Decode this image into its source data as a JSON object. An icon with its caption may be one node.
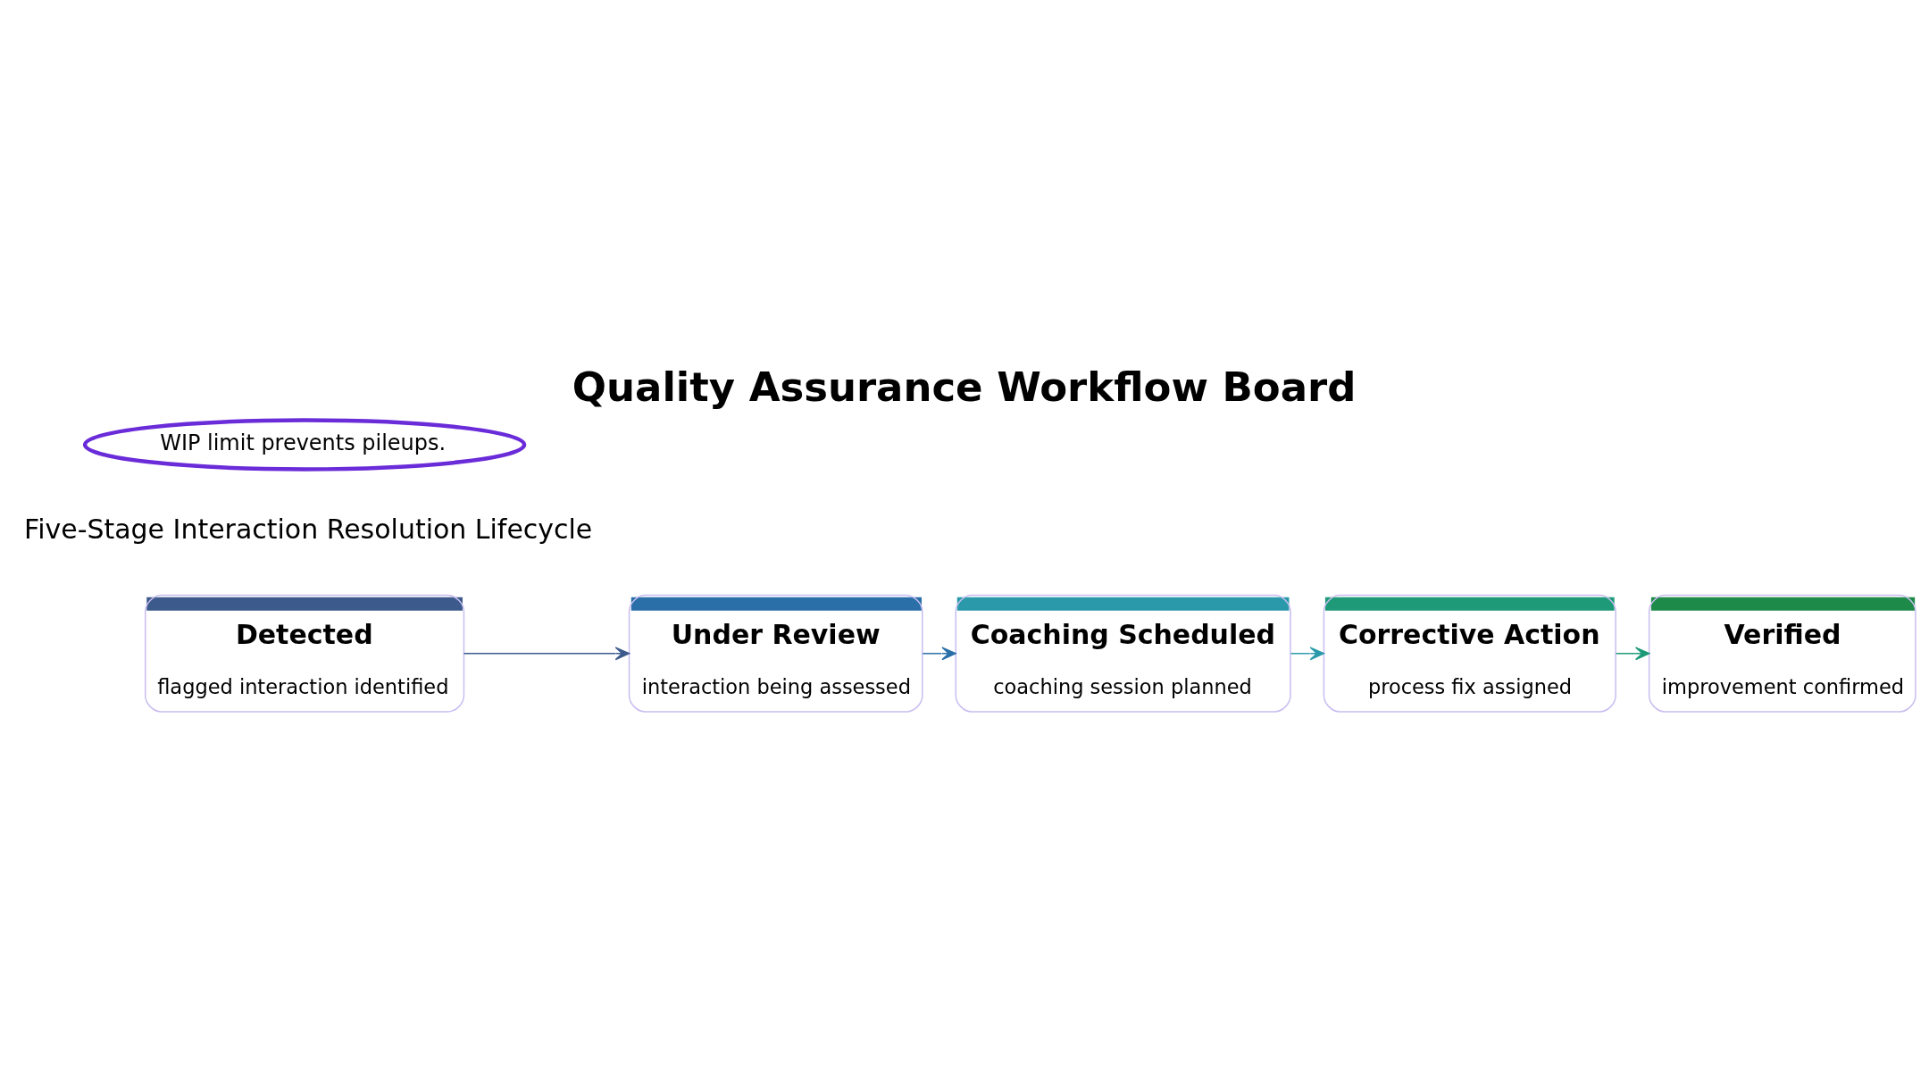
{
  "diagram": {
    "title": "Quality Assurance Workflow Board",
    "nodes": [
      {
        "text": [
          "Detected",
          "flagged interaction identified"
        ]
      },
      {
        "text": [
          "Under Review",
          "interaction being assessed"
        ]
      },
      {
        "text": [
          "WIP limit prevents pileups."
        ]
      },
      {
        "text": [
          "Coaching Scheduled",
          "coaching session planned"
        ]
      },
      {
        "text": [
          "Corrective Action",
          "process fix assigned"
        ]
      },
      {
        "text": [
          "Verified",
          "improvement confirmed"
        ]
      }
    ],
    "edges": [
      {
        "from": 0,
        "to": 1,
        "arrow": "to",
        "color": "#3d5a8c"
      },
      {
        "from": 1,
        "to": 3,
        "arrow": "to",
        "color": "#2a6fa8"
      },
      {
        "from": 3,
        "to": 4,
        "arrow": "to",
        "color": "#2a9aaa"
      },
      {
        "from": 4,
        "to": 5,
        "arrow": "to",
        "color": "#1e9a78"
      }
    ],
    "labels": [
      "Five-Stage Interaction Resolution Lifecycle"
    ]
  }
}
